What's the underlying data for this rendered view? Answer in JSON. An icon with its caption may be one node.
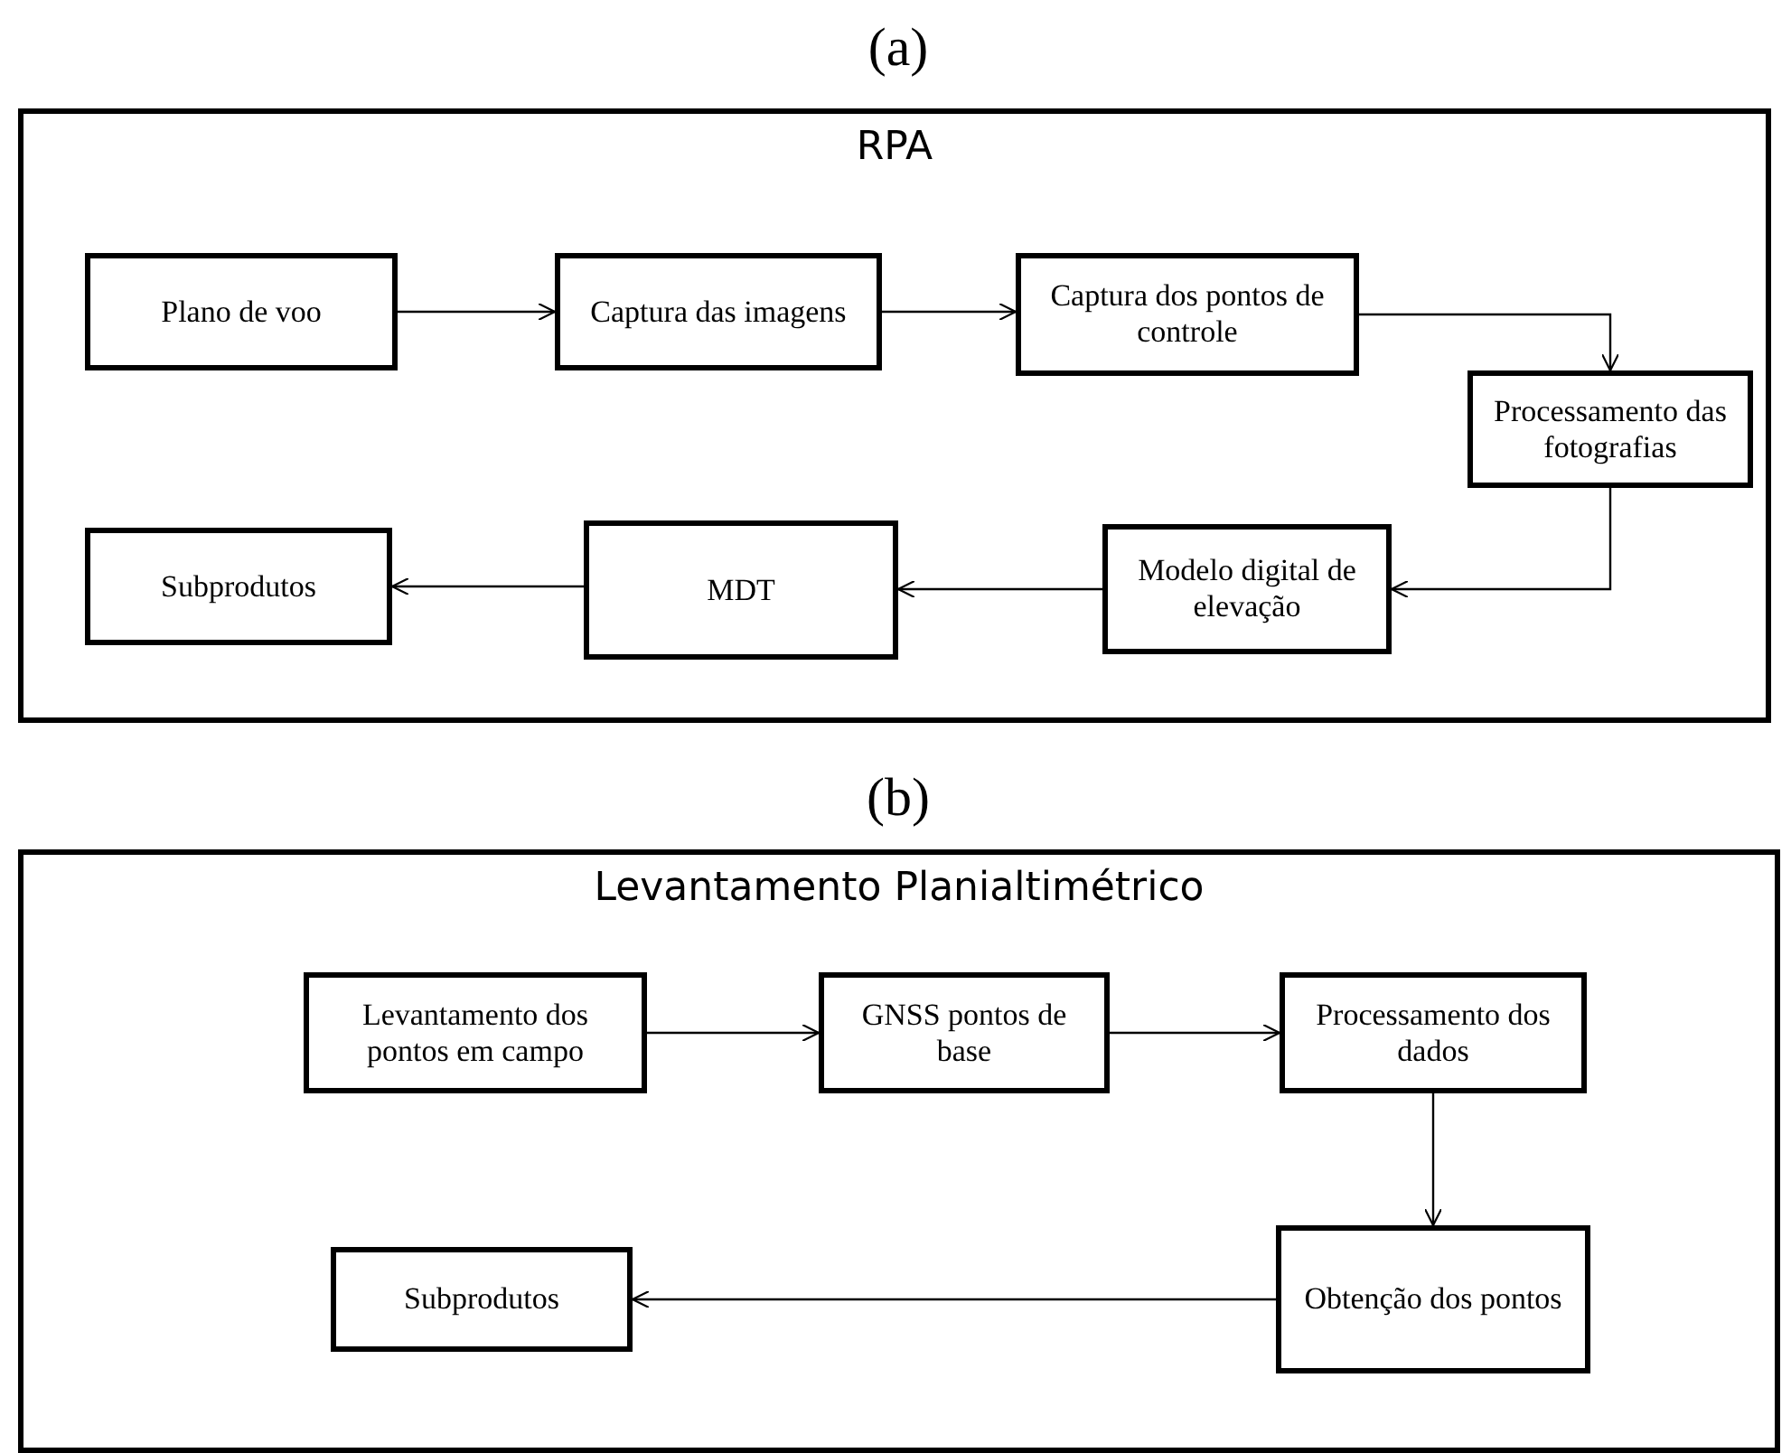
{
  "diagram": {
    "nodes": [
      {
        "text": [
          "RPA"
        ]
      },
      {
        "text": [
          "Plano de voo"
        ],
        "in": 0
      },
      {
        "text": [
          "Captura  das imagens"
        ],
        "in": 0
      },
      {
        "text": [
          "Captura dos pontos de controle"
        ],
        "in": 0
      },
      {
        "text": [
          "Processamento das fotografias"
        ],
        "in": 0
      },
      {
        "text": [
          "Modelo digital de elevação"
        ],
        "in": 0
      },
      {
        "text": [
          "MDT"
        ],
        "in": 0
      },
      {
        "text": [
          "Subprodutos"
        ],
        "in": 0
      },
      {
        "text": [
          "Levantamento Planialtimétrico"
        ]
      },
      {
        "text": [
          "Levantamento  dos pontos em campo"
        ],
        "in": 8
      },
      {
        "text": [
          "GNSS pontos de base"
        ],
        "in": 8
      },
      {
        "text": [
          "Processamento dos dados"
        ],
        "in": 8
      },
      {
        "text": [
          "Obtenção dos pontos"
        ],
        "in": 8
      },
      {
        "text": [
          "Subprodutos"
        ],
        "in": 8
      }
    ],
    "edges": [
      {
        "from": 1,
        "to": 2,
        "arrow": "to"
      },
      {
        "from": 2,
        "to": 3,
        "arrow": "to"
      },
      {
        "from": 3,
        "to": 4,
        "arrow": "to"
      },
      {
        "from": 4,
        "to": 5,
        "arrow": "to"
      },
      {
        "from": 5,
        "to": 6,
        "arrow": "to"
      },
      {
        "from": 6,
        "to": 7,
        "arrow": "to"
      },
      {
        "from": 9,
        "to": 10,
        "arrow": "to"
      },
      {
        "from": 10,
        "to": 11,
        "arrow": "to"
      },
      {
        "from": 11,
        "to": 12,
        "arrow": "to"
      },
      {
        "from": 12,
        "to": 13,
        "arrow": "to"
      }
    ],
    "labels": [
      "(a)",
      "(b)"
    ]
  }
}
